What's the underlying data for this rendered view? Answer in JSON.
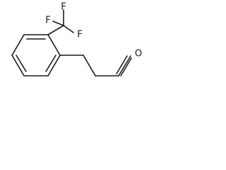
{
  "molecule": {
    "atoms": {
      "f_top": "F",
      "f_left": "F",
      "f_right": "F",
      "o_aldehyde": "O"
    }
  }
}
